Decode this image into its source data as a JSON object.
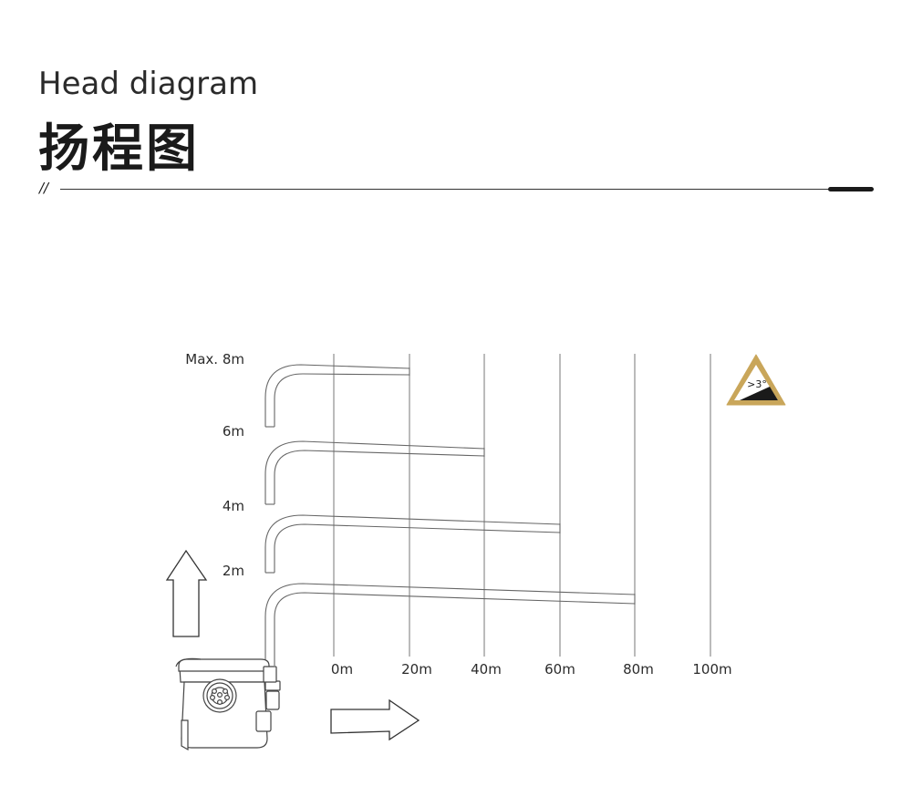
{
  "header": {
    "title_en": "Head diagram",
    "title_cn": "扬程图",
    "divider_mark": "//"
  },
  "diagram": {
    "head_labels": [
      "Max. 8m",
      "6m",
      "4m",
      "2m"
    ],
    "distance_labels": [
      "0m",
      "20m",
      "40m",
      "60m",
      "80m",
      "100m"
    ],
    "pipes": [
      {
        "head": "Max. 8m",
        "distance": "20m"
      },
      {
        "head": "6m",
        "distance": "40m"
      },
      {
        "head": "4m",
        "distance": "60m"
      },
      {
        "head": "2m",
        "distance": "80m"
      }
    ],
    "slope_warning": ">3°",
    "icons": [
      "up-arrow-icon",
      "right-arrow-icon",
      "pump-device-icon",
      "slope-warning-icon"
    ],
    "colors": {
      "warning_border": "#c9a65a",
      "line": "#777777"
    }
  }
}
